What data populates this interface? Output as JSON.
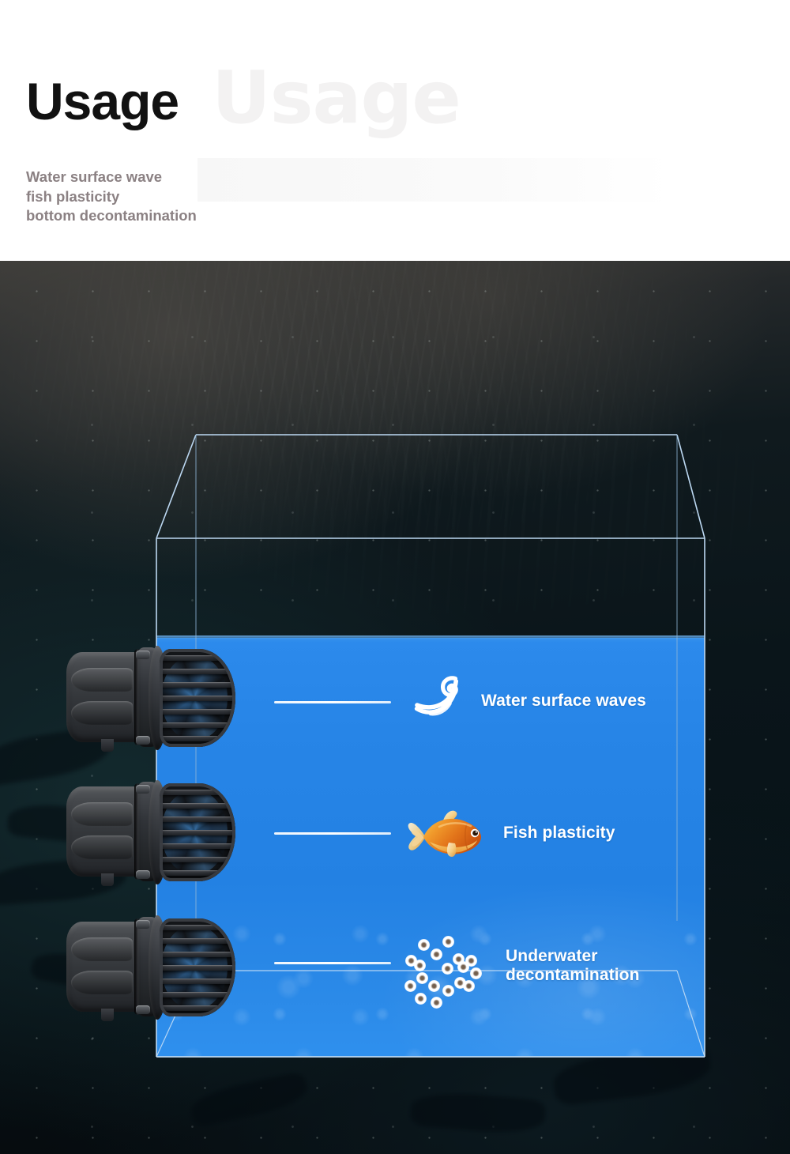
{
  "header": {
    "title": "Usage",
    "watermark": "Usage",
    "subtitle_lines": [
      "Water surface wave",
      "fish plasticity",
      "bottom decontamination"
    ],
    "title_color": "#111111",
    "subtitle_color": "#8b8183",
    "background_color": "#ffffff"
  },
  "scene": {
    "name": "aquarium-wave-maker-usage-diagram",
    "background_description": "dark underwater photograph",
    "water_color": "#2482e3",
    "wireframe_color": "#bcd8f2",
    "tank_label": "aquarium-tank-wireframe"
  },
  "pumps": [
    {
      "name": "wave-maker-pump-top"
    },
    {
      "name": "wave-maker-pump-middle"
    },
    {
      "name": "wave-maker-pump-bottom"
    }
  ],
  "features": [
    {
      "id": "water-surface-waves",
      "label": "Water surface waves",
      "icon": "wave-curl-icon",
      "icon_color": "#ffffff"
    },
    {
      "id": "fish-plasticity",
      "label": "Fish plasticity",
      "icon": "goldfish-icon",
      "icon_color": "#e8811a"
    },
    {
      "id": "underwater-decontamination",
      "label": "Underwater\ndecontamination",
      "icon": "debris-particles-icon",
      "icon_color": "#ffffff"
    }
  ]
}
